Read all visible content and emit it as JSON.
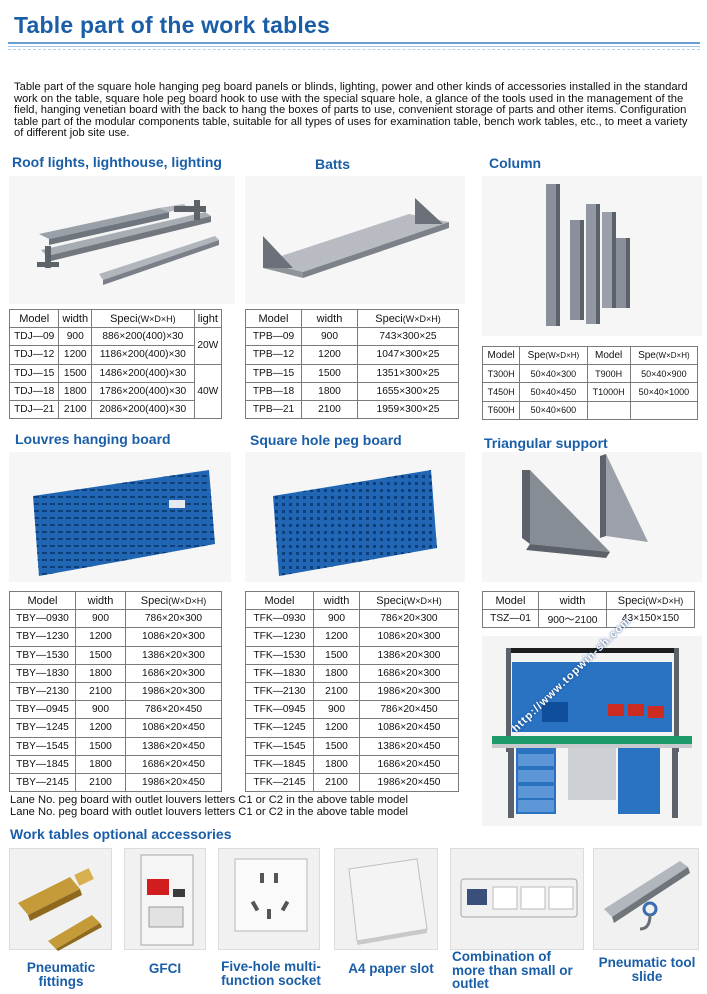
{
  "title": "Table part of the work tables",
  "intro": "Table part of the square hole hanging peg board panels or blinds, lighting, power and other kinds of accessories installed in the standard work on the table, square hole peg board hook to use with the special square hole, a glance of the tools used in the management of the field, hanging venetian board with the back to hang the boxes of parts to use, convenient storage of parts and other items. Configuration table part of the modular components table, suitable for all types of uses for examination table, bench work tables, etc., to meet a variety of different job site use.",
  "sections": {
    "roof": "Roof lights, lighthouse, lighting",
    "batts": "Batts",
    "column": "Column",
    "louvres": "Louvres hanging board",
    "peg": "Square hole peg board",
    "triangular": "Triangular support",
    "accessories": "Work tables optional accessories"
  },
  "roof_table": {
    "headers": [
      "Model",
      "width",
      "Speci",
      "(W×D×H)",
      "light"
    ],
    "rows": [
      [
        "TDJ—09",
        "900",
        "886×200(400)×30"
      ],
      [
        "TDJ—12",
        "1200",
        "1186×200(400)×30"
      ],
      [
        "TDJ—15",
        "1500",
        "1486×200(400)×30"
      ],
      [
        "TDJ—18",
        "1800",
        "1786×200(400)×30"
      ],
      [
        "TDJ—21",
        "2100",
        "2086×200(400)×30"
      ]
    ],
    "light_a": "20W",
    "light_b": "40W"
  },
  "batts_table": {
    "headers": [
      "Model",
      "width",
      "Speci",
      "(W×D×H)"
    ],
    "rows": [
      [
        "TPB—09",
        "900",
        "743×300×25"
      ],
      [
        "TPB—12",
        "1200",
        "1047×300×25"
      ],
      [
        "TPB—15",
        "1500",
        "1351×300×25"
      ],
      [
        "TPB—18",
        "1800",
        "1655×300×25"
      ],
      [
        "TPB—21",
        "2100",
        "1959×300×25"
      ]
    ]
  },
  "column_table": {
    "headers": [
      "Model",
      "Spe",
      "(W×D×H)",
      "Model",
      "Spe",
      "(W×D×H)"
    ],
    "rows": [
      [
        "T300H",
        "50×40×300",
        "T900H",
        "50×40×900"
      ],
      [
        "T450H",
        "50×40×450",
        "T1000H",
        "50×40×1000"
      ],
      [
        "T600H",
        "50×40×600",
        "",
        ""
      ]
    ]
  },
  "louvre_table": {
    "headers": [
      "Model",
      "width",
      "Speci",
      "(W×D×H)"
    ],
    "rows": [
      [
        "TBY—0930",
        "900",
        "786×20×300"
      ],
      [
        "TBY—1230",
        "1200",
        "1086×20×300"
      ],
      [
        "TBY—1530",
        "1500",
        "1386×20×300"
      ],
      [
        "TBY—1830",
        "1800",
        "1686×20×300"
      ],
      [
        "TBY—2130",
        "2100",
        "1986×20×300"
      ],
      [
        "TBY—0945",
        "900",
        "786×20×450"
      ],
      [
        "TBY—1245",
        "1200",
        "1086×20×450"
      ],
      [
        "TBY—1545",
        "1500",
        "1386×20×450"
      ],
      [
        "TBY—1845",
        "1800",
        "1686×20×450"
      ],
      [
        "TBY—2145",
        "2100",
        "1986×20×450"
      ]
    ]
  },
  "peg_table": {
    "headers": [
      "Model",
      "width",
      "Speci",
      "(W×D×H)"
    ],
    "rows": [
      [
        "TFK—0930",
        "900",
        "786×20×300"
      ],
      [
        "TFK—1230",
        "1200",
        "1086×20×300"
      ],
      [
        "TFK—1530",
        "1500",
        "1386×20×300"
      ],
      [
        "TFK—1830",
        "1800",
        "1686×20×300"
      ],
      [
        "TFK—2130",
        "2100",
        "1986×20×300"
      ],
      [
        "TFK—0945",
        "900",
        "786×20×450"
      ],
      [
        "TFK—1245",
        "1200",
        "1086×20×450"
      ],
      [
        "TFK—1545",
        "1500",
        "1386×20×450"
      ],
      [
        "TFK—1845",
        "1800",
        "1686×20×450"
      ],
      [
        "TFK—2145",
        "2100",
        "1986×20×450"
      ]
    ]
  },
  "tri_table": {
    "headers": [
      "Model",
      "width",
      "Speci",
      "(W×D×H)"
    ],
    "rows": [
      [
        "TSZ—01",
        "900～2100",
        "43×150×150"
      ]
    ]
  },
  "watermark": "http://www.topwin-sh.com",
  "notes": [
    "Lane No. peg board with outlet louvers letters C1 or C2 in the above table model",
    "Lane No. peg board with outlet louvers letters C1 or C2 in the above table model"
  ],
  "accessories": [
    {
      "label": "Pneumatic fittings"
    },
    {
      "label": "GFCI"
    },
    {
      "label": "Five-hole multi-function socket"
    },
    {
      "label": "A4 paper slot"
    },
    {
      "label": "Combination of more than small or outlet"
    },
    {
      "label": "Pneumatic tool slide"
    }
  ],
  "colors": {
    "accent": "#1a5ea8",
    "board_blue": "#1f66b5",
    "metal": "#8a9099"
  }
}
